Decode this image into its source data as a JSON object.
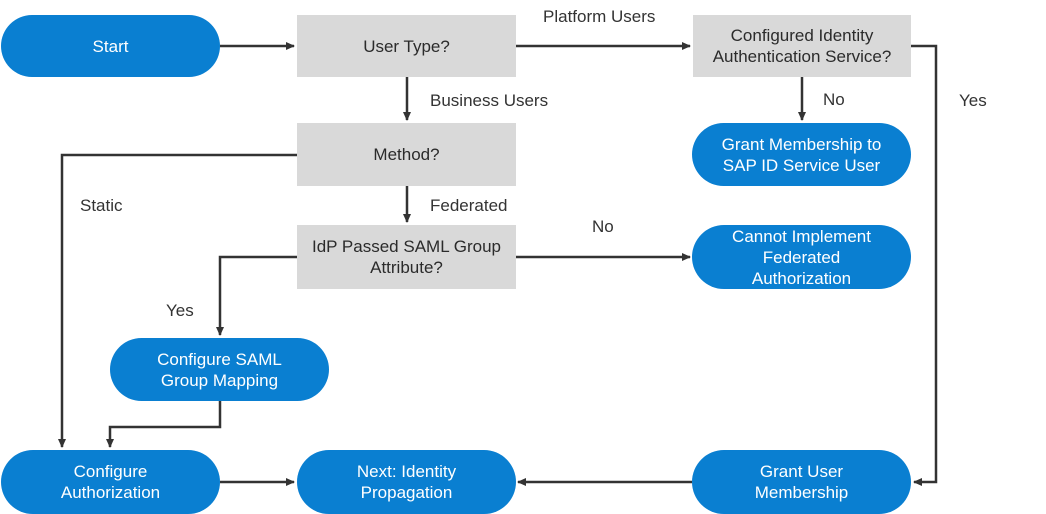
{
  "colors": {
    "terminal": "#0a7fd1",
    "decision": "#d9d9d9",
    "arrow": "#333333",
    "text_light": "#ffffff",
    "text_dark": "#2b2b2b"
  },
  "nodes": {
    "start": "Start",
    "user_type": "User Type?",
    "configured_ias": "Configured Identity\nAuthentication Service?",
    "grant_membership_sap": "Grant Membership to\nSAP ID Service User",
    "method": "Method?",
    "idp_saml": "IdP Passed SAML Group\nAttribute?",
    "cannot_implement": "Cannot Implement\nFederated\nAuthorization",
    "configure_saml": "Configure SAML\nGroup Mapping",
    "configure_authorization": "Configure\nAuthorization",
    "next_identity": "Next: Identity\nPropagation",
    "grant_user_membership": "Grant User\nMembership"
  },
  "edge_labels": {
    "platform_users": "Platform Users",
    "business_users": "Business Users",
    "no_ias": "No",
    "yes_ias": "Yes",
    "static": "Static",
    "federated": "Federated",
    "no_saml": "No",
    "yes_saml": "Yes"
  }
}
